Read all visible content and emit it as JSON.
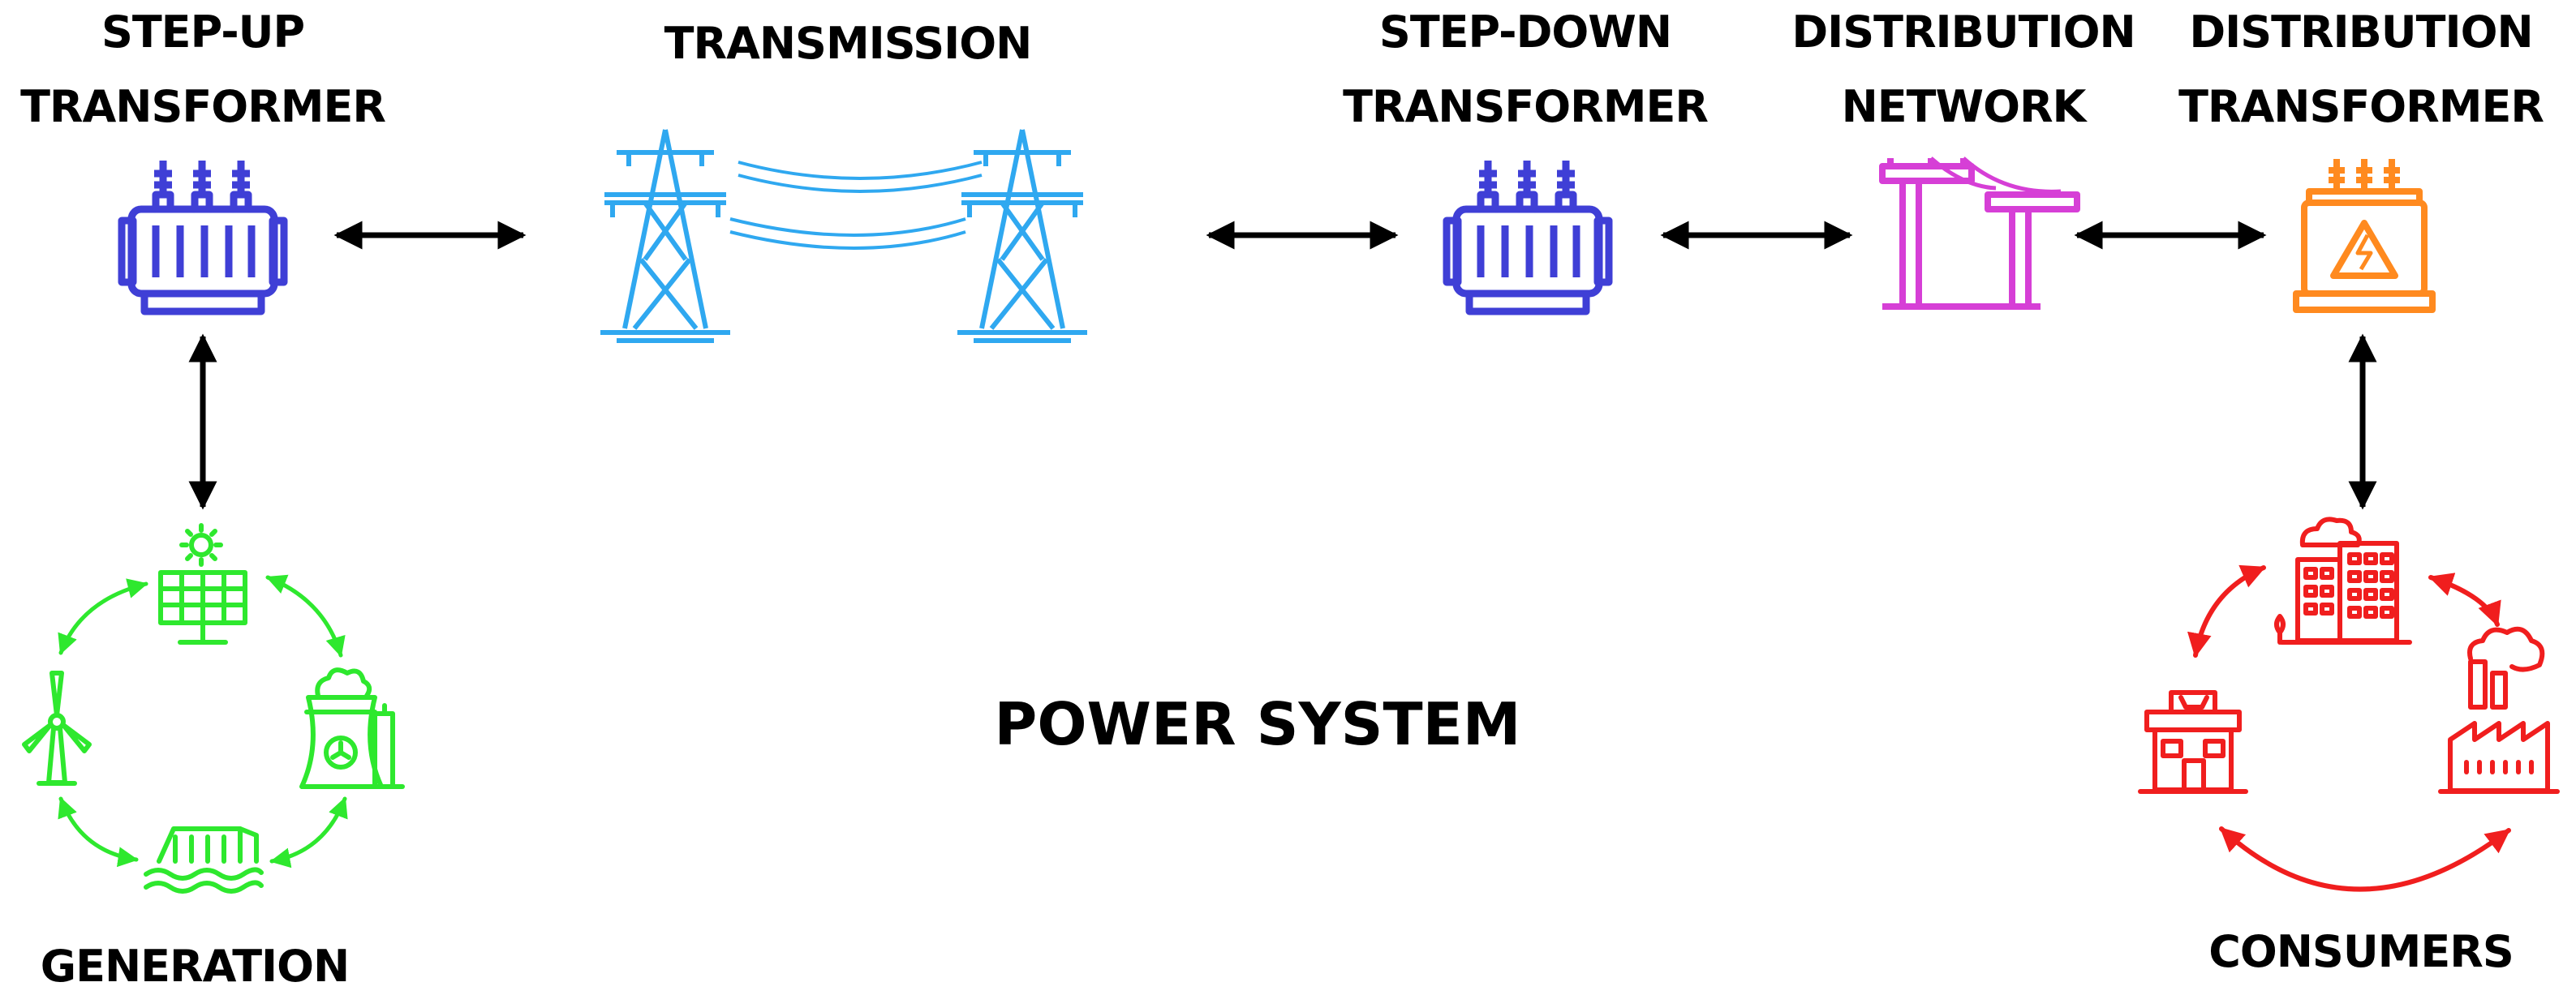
{
  "title": "POWER SYSTEM",
  "nodes": {
    "step_up": {
      "line1": "STEP-UP",
      "line2": "TRANSFORMER",
      "icon": "transformer-icon",
      "color": "#3F3FD6"
    },
    "transmission": {
      "line1": "TRANSMISSION",
      "icon": "transmission-tower-icon",
      "color": "#2FA8F0"
    },
    "step_down": {
      "line1": "STEP-DOWN",
      "line2": "TRANSFORMER",
      "icon": "transformer-icon",
      "color": "#3F3FD6"
    },
    "distribution_network": {
      "line1": "DISTRIBUTION",
      "line2": "NETWORK",
      "icon": "utility-pole-icon",
      "color": "#D63FD6"
    },
    "distribution_transformer": {
      "line1": "DISTRIBUTION",
      "line2": "TRANSFORMER",
      "icon": "high-voltage-transformer-icon",
      "color": "#FF8A1F"
    },
    "generation": {
      "line1": "GENERATION",
      "icons": [
        "solar-panel-icon",
        "nuclear-plant-icon",
        "hydro-dam-icon",
        "wind-turbine-icon"
      ],
      "color": "#2EE82E"
    },
    "consumers": {
      "line1": "CONSUMERS",
      "icons": [
        "office-building-icon",
        "factory-icon",
        "shop-icon"
      ],
      "color": "#F01E1E"
    }
  },
  "connector_color": "#000000"
}
